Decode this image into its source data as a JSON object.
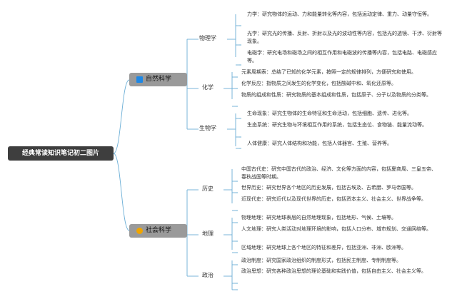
{
  "root": {
    "label": "经典常读知识笔记初二图片"
  },
  "categories": [
    {
      "label": "自然科学",
      "icon": "blue-square-icon",
      "icon_color": "#1e88e5",
      "subs": [
        {
          "label": "物理学",
          "leaves": [
            "力学：研究物体的运动、力和能量转化等内容，包括运动定律、重力、动量守恒等。",
            "光学：研究光的传播、反射、折射以及光的波动性等内容，包括光的透镜、干涉、衍射等现象。",
            "电磁学：研究电场和磁场之间的相互作用和电磁波的传播等内容，包括电路、电磁感应等。"
          ]
        },
        {
          "label": "化学",
          "leaves": [
            "元素周期表：总结了已知的化学元素，按照一定的规律排列，方便研究和使用。",
            "化学反应：指物质之间发生的化学变化，包括酸碱中和、氧化还原等。",
            "物质的组成和性质：研究物质的基本组成和性质，包括原子、分子以及物质的分类等。"
          ]
        },
        {
          "label": "生物学",
          "leaves": [
            "生命现象：研究生物体的生命特征和生命活动，包括细胞、遗传、进化等。",
            "生态系统：研究生物与环境相互作用的系统，包括生态位、食物链、能量流动等。",
            "人体健康：研究人体结构和功能，包括人体器官、生殖、营养等。"
          ]
        }
      ]
    },
    {
      "label": "社会科学",
      "icon": "gold-coin-icon",
      "icon_color": "#f0a500",
      "subs": [
        {
          "label": "历史",
          "leaves": [
            "中国古代史：研究中国古代的政治、经济、文化等方面的内容，包括夏商周、三皇五帝、春秋战国等时期。",
            "世界历史：研究世界各个地区的历史发展，包括古埃及、古希腊、罗马帝国等。",
            "近现代史：研究近代以及现代世界的历史，包括资本主义、社会主义、世界战争等。"
          ]
        },
        {
          "label": "地理",
          "leaves": [
            "物理地理：研究地球表层的自然地理现象，包括地形、气候、土壤等。",
            "人文地理：研究人类活动对地理环境的影响，包括人口分布、城市规划、交通网络等。",
            "区域地理：研究地球上各个地区的特征和差异，包括亚洲、非洲、欧洲等。"
          ]
        },
        {
          "label": "政治",
          "leaves": [
            "政治制度：研究国家政治组织的制度形式，包括民主制度、专制制度等。",
            "政治思想：研究各种政治思想的理论基础和实践价值，包括自由主义、社会主义等。",
            ""
          ]
        }
      ]
    }
  ]
}
